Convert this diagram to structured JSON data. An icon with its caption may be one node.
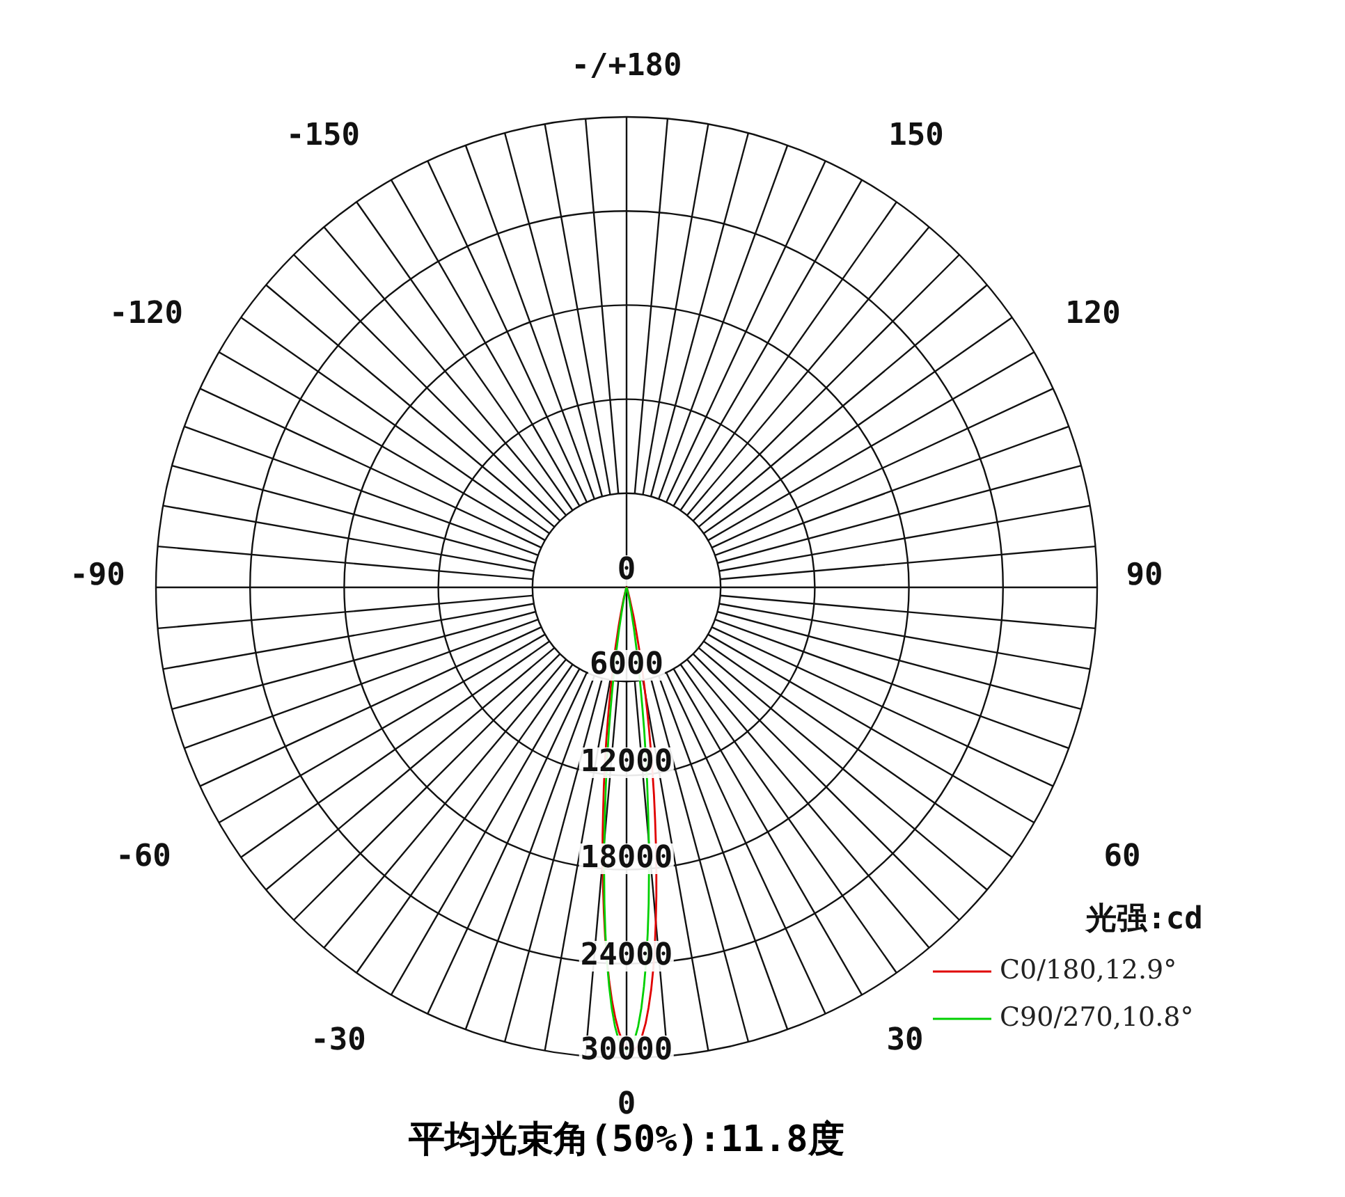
{
  "diagram": {
    "caption": "平均光束角(50%):11.8度",
    "labels": [
      "-/+180",
      "-150",
      "150",
      "-120",
      "120",
      "-90",
      "0",
      "90",
      "6000",
      "12000",
      "-60",
      "18000",
      "60",
      "光强:cd",
      "24000",
      "-30",
      "30000",
      "30",
      "0"
    ],
    "legend": [
      {
        "text": "C0/180,12.9°"
      },
      {
        "text": "C90/270,10.8°"
      }
    ]
  }
}
